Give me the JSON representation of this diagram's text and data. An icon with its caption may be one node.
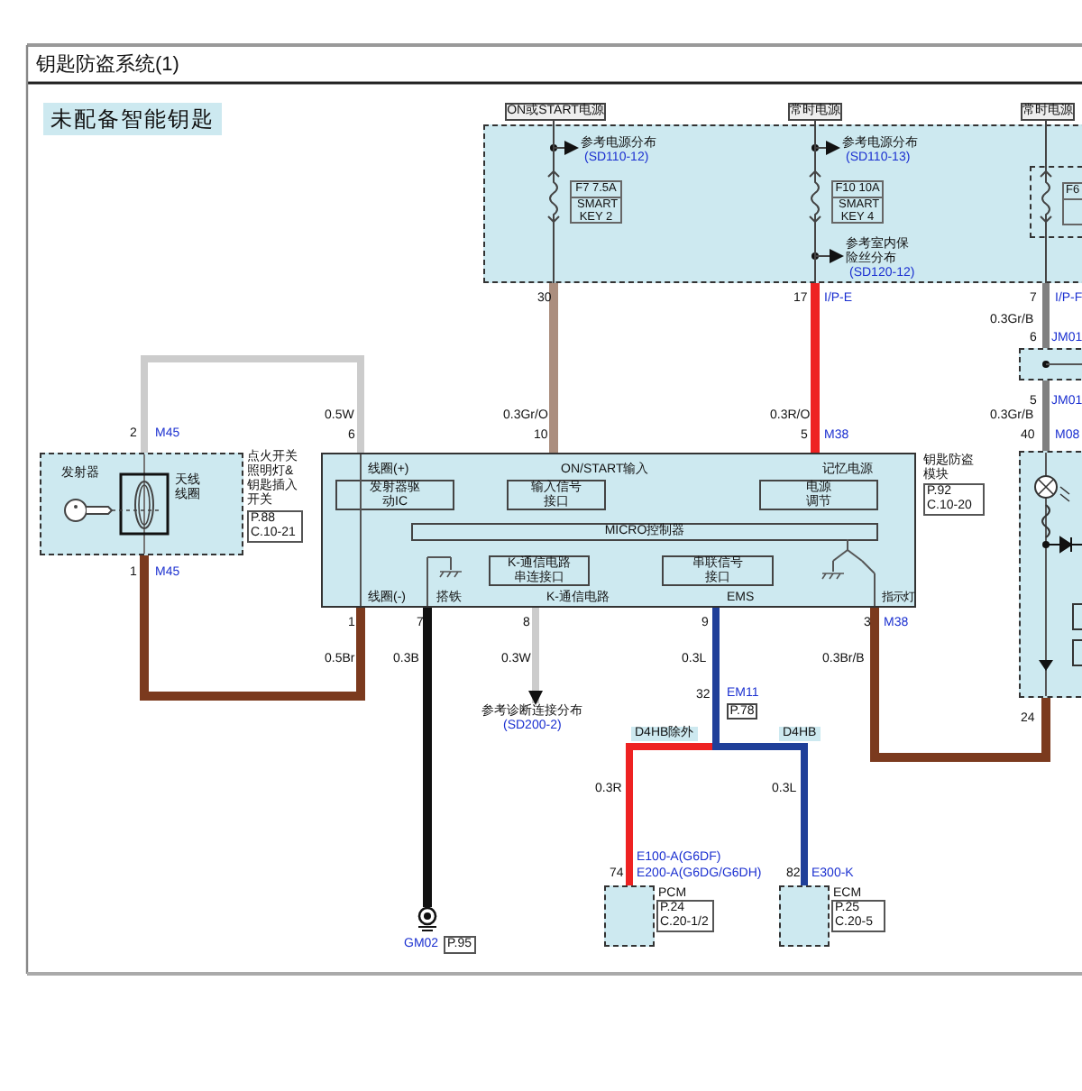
{
  "diagram": {
    "title": "钥匙防盗系统(1)",
    "nodes": [
      {
        "text": [],
        "shape": "box"
      },
      {
        "text": [
          "ON或START电源"
        ]
      },
      {
        "text": [
          "参考电源分布",
          "(SD110-12)"
        ],
        "in": 0
      },
      {
        "text": [
          "F7 7.5A",
          "SMART KEY 2"
        ],
        "in": 0
      },
      {
        "text": [
          "常时电源"
        ]
      },
      {
        "text": [
          "参考电源分布",
          "(SD110-13)"
        ],
        "in": 0
      },
      {
        "text": [
          "F10 10A",
          "SMART KEY 4"
        ],
        "in": 0
      },
      {
        "text": [
          "参考室内保险丝分布",
          "(SD120-12)"
        ],
        "in": 0
      },
      {
        "text": [
          "常时电源"
        ]
      },
      {
        "text": [],
        "shape": "box",
        "in": 0
      },
      {
        "text": [
          "F6"
        ],
        "in": 9
      },
      {
        "text": [
          "发射器",
          "天线线圈"
        ],
        "beside": [
          "点火开关照明灯&钥匙插入开关",
          "P.88 C.10-21"
        ]
      },
      {
        "text": [
          "线圈(+)",
          "ON/START输入",
          "记忆电源",
          "线圈(-)",
          "搭铁",
          "K-通信电路",
          "EMS",
          "指示灯"
        ],
        "beside": [
          "钥匙防盗模块",
          "P.92 C.10-20"
        ]
      },
      {
        "text": [
          "发射器驱动IC"
        ],
        "in": 12
      },
      {
        "text": [
          "输入信号接口"
        ],
        "in": 12
      },
      {
        "text": [
          "电源调节"
        ],
        "in": 12
      },
      {
        "text": [
          "MICRO控制器"
        ],
        "in": 12
      },
      {
        "text": [
          "K-通信电路串连接口"
        ],
        "in": 12
      },
      {
        "text": [
          "串联信号接口"
        ],
        "in": 12
      },
      {
        "text": [],
        "shape": "ground",
        "beside": [
          "GM02",
          "P.95"
        ]
      },
      {
        "text": [
          "参考诊断连接分布",
          "(SD200-2)"
        ]
      },
      {
        "text": [
          "PCM"
        ],
        "beside": [
          "P.24 C.20-1/2"
        ]
      },
      {
        "text": [
          "ECM"
        ],
        "beside": [
          "P.25 C.20-5"
        ]
      },
      {
        "text": [],
        "shape": "box"
      },
      {
        "text": [],
        "shape": "box"
      },
      {
        "text": [
          "P.78"
        ]
      }
    ],
    "edges": [
      {
        "from": 1,
        "to": 0,
        "arrow": "none"
      },
      {
        "from": null,
        "to": 2,
        "arrow": "to"
      },
      {
        "from": 4,
        "to": 0,
        "arrow": "none"
      },
      {
        "from": null,
        "to": 5,
        "arrow": "to"
      },
      {
        "from": null,
        "to": 7,
        "arrow": "to"
      },
      {
        "from": 8,
        "to": 0,
        "arrow": "none"
      },
      {
        "from": 0,
        "to": 12,
        "arrow": "none",
        "color": "#ab8e7e"
      },
      {
        "from": 0,
        "to": 12,
        "arrow": "none",
        "color": "#ee2222"
      },
      {
        "from": 11,
        "to": 12,
        "arrow": "none",
        "color": "#cccccc"
      },
      {
        "from": 11,
        "to": 12,
        "arrow": "none",
        "color": "#7b3a1e"
      },
      {
        "from": 12,
        "to": 19,
        "arrow": "none",
        "color": "#111111"
      },
      {
        "from": 12,
        "to": 20,
        "arrow": "to",
        "color": "#cccccc"
      },
      {
        "from": 12,
        "to": 21,
        "arrow": "none",
        "label": "D4HB除外",
        "color": "#ee2222"
      },
      {
        "from": 12,
        "to": 22,
        "arrow": "none",
        "label": "D4HB",
        "color": "#1f3f99"
      },
      {
        "from": 12,
        "to": 24,
        "arrow": "none",
        "color": "#7b3a1e"
      },
      {
        "from": 0,
        "to": 23,
        "arrow": "none",
        "color": "#808080"
      },
      {
        "from": 23,
        "to": 24,
        "arrow": "none",
        "color": "#808080"
      }
    ],
    "labels": [
      "未配备智能钥匙",
      "30",
      "17",
      "I/P-E",
      "7",
      "I/P-F",
      "0.3Gr/B",
      "6",
      "JM01",
      "5",
      "JM01",
      "0.5W",
      "0.3Gr/O",
      "0.3R/O",
      "0.3Gr/B",
      "2",
      "M45",
      "6",
      "10",
      "5",
      "M38",
      "40",
      "M08",
      "1",
      "M45",
      "1",
      "7",
      "8",
      "9",
      "3",
      "M38",
      "0.5Br",
      "0.3B",
      "0.3W",
      "0.3L",
      "0.3Br/B",
      "32",
      "EM11",
      "24",
      "0.3R",
      "0.3L",
      "E100-A(G6DF)",
      "74",
      "E200-A(G6DG/G6DH)",
      "82",
      "E300-K"
    ]
  }
}
